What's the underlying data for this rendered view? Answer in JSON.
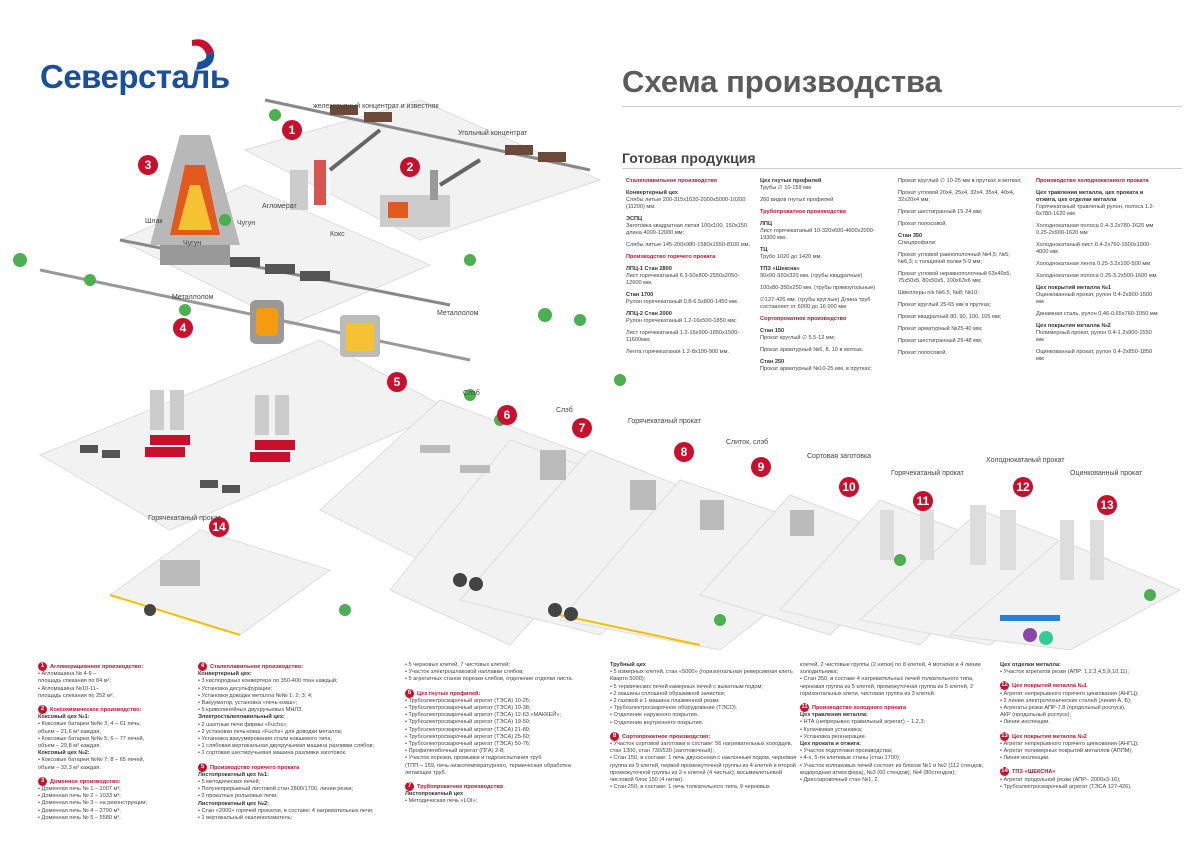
{
  "header": {
    "brand": "Северсталь",
    "title": "Схема производства",
    "products_title": "Готовая продукция"
  },
  "map": {
    "badges": [
      "1",
      "2",
      "3",
      "4",
      "5",
      "6",
      "7",
      "8",
      "9",
      "10",
      "11",
      "12",
      "13",
      "14"
    ],
    "labels": {
      "iron_ore": "железорудный концентрат и известняк",
      "coal": "Угольный концентрат",
      "agglomerate": "Агломерат",
      "coke": "Кокс",
      "slag": "Шлак",
      "pig_iron_1": "Чугун",
      "pig_iron_2": "Чугун",
      "scrap_1": "Металлолом",
      "scrap_2": "Металлолом",
      "slab_1": "Слэб",
      "slab_2": "Слэб",
      "hot_rolled_1": "Горячекатаный прокат",
      "billet": "Слиток, слэб",
      "section_billet": "Сортовая заготовка",
      "hot_rolled_2": "Горячекатаный прокат",
      "cold_rolled": "Холоднокатаный прокат",
      "galvanized": "Оцинкованный прокат",
      "hot_rolled_3": "Горячекатаный прокат"
    }
  },
  "catalog": {
    "c1": [
      {
        "h": "Сталеплавильное производство"
      },
      {
        "b": "Конвертерный цех",
        "t": "Слябы литые 200-315х1020-2000х5000-10200 (11200) мм."
      },
      {
        "b": "ЭСПЦ",
        "t": "Заготовка квадратная литая 100х100, 150х150 длина 4000-12000 мм;"
      },
      {
        "t": "Слябы литые 145-200х980-1580х1550-8100 мм."
      },
      {
        "h": "Производство горячего проката"
      },
      {
        "b": "ЛПЦ-1 Стан 2800",
        "t": "Лист горячекатаный 6.3-50х800-2550х2050-12600 мм."
      },
      {
        "b": "Стан 1700",
        "t": "Рулон горячекатаный 0.8-6.5х800-1450 мм."
      },
      {
        "b": "ЛПЦ-2 Стан 2000",
        "t": "Рулон горячекатаный 1.2-16х500-1850 мм;"
      },
      {
        "t": "Лист горячекатаный 1.2-16х900-1850х1500-11600мм;"
      },
      {
        "t": "Лента горячекатаная 1.2-8х100-900 мм."
      }
    ],
    "c2": [
      {
        "b": "Цех гнутых профилей",
        "t": "Трубы ∅ 10-159 мм"
      },
      {
        "t": "260 видов гнутых профилей"
      },
      {
        "h": "Трубопрокатное производство"
      },
      {
        "b": "ЛПЦ",
        "t": "Лист горячекатаный 10-320х600-4600х2000-19300 мм."
      },
      {
        "b": "ТЦ",
        "t": "Трубо 1020 до 1420 мм."
      },
      {
        "b": "ТПЗ «Шексна»",
        "t": "90х90-320х320 мм. (трубы квадратные)"
      },
      {
        "t": "100х80-350х250 мм. (трубы прямоугольные)"
      },
      {
        "t": "∅127-426 мм. (трубы круглые) Длина труб составляет от 6000 до 16 000 мм"
      },
      {
        "h": "Сортопрокатное производство"
      },
      {
        "b": "Стан 150",
        "t": "Прокат круглый ∅ 5.5-12 мм;"
      },
      {
        "t": "Прокат арматурный №6, 8, 10 в мотках."
      },
      {
        "b": "Стан 250",
        "t": "Прокат арматурный №10-25 мм. в прутках;"
      }
    ],
    "c3": [
      {
        "t": "Прокат круглый ∅ 10-25 мм в прутках и мотках;"
      },
      {
        "t": "Прокат угловой 20х4, 25х4, 32х4, 35х4, 40х4, 32х20х4 мм;"
      },
      {
        "t": "Прокат шестигранный 15-24 мм;"
      },
      {
        "t": "Прокат полосовой."
      },
      {
        "b": "Стан 350",
        "t": "Спецпрофили:"
      },
      {
        "t": "Прокат угловой равнополочный №4,5; №5; №6,3; с толщиной полки 5-9 мм;"
      },
      {
        "t": "Прокат угловой неравнополочный 63х40х5, 75х50х5, 80х50х5, 100х63х6 мм;"
      },
      {
        "t": "Швеллеры п/к №6.5; №8; №10;"
      },
      {
        "t": "Прокат круглый 25-65 мм в прутках;"
      },
      {
        "t": "Прокат квадратный 80, 90, 100, 105 мм;"
      },
      {
        "t": "Прокат арматурный №25-40 мм;"
      },
      {
        "t": "Прокат шестигранный 29-48 мм;"
      },
      {
        "t": "Прокат полосовой."
      }
    ],
    "c4": [
      {
        "h": "Производство холоднокатаного проката"
      },
      {
        "b": "Цех травления металла, цех проката и отжига, цех отделки металла",
        "t": "Горячекатаный травленый рулон, полоса 1.2-6х780-1620 мм"
      },
      {
        "t": "Холоднокатаная полоса 0.4-3.2х780-1620 мм 0.25-2х900-1620 мм"
      },
      {
        "t": "Холоднокатаный лист 0.4-2х760-1600х1000-4000 мм"
      },
      {
        "t": "Холоднокатаная лента 0.25-3.2х100-500 мм"
      },
      {
        "t": "Холоднокатаная полоса 0.25-3.2х500-1600 мм"
      },
      {
        "b": "Цех покрытий металла №1",
        "t": "Оцинкованный прокат, рулон 0.4-2х900-1500 мм"
      },
      {
        "t": "Динамная сталь, рулон 0.46-0.65х760-1050 мм"
      },
      {
        "b": "Цех покрытия металла №2",
        "t": "Полимерный прокат, рулон 0.4-1.2х900-1550 мм"
      },
      {
        "t": "Оцинкованный прокат, рулон 0.4-2х850-1850 мм"
      }
    ]
  },
  "legend": {
    "col1": [
      {
        "n": "1",
        "h": "Агломерационное производство:",
        "lines": [
          "• Агломашина № 4-9 –",
          "площадь спекания по 84 м²;",
          "• Агломашина №10-11–",
          "площадь спекания по 252 м²."
        ]
      },
      {
        "n": "2",
        "h": "Коксохимическое производство:",
        "sub": "Коксовый цех №1:",
        "lines": [
          "• Коксовые батареи №№ 3; 4 – 61 печь,",
          "объем – 21,6 м³ каждая;",
          "• Коксовые батареи №№ 5; 6 – 77 печей,",
          "объем – 29,8 м³ каждая."
        ],
        "sub2": "Коксовый цех №2:",
        "lines2": [
          "• Коксовые батареи №№ 7; 8 – 65 печей,",
          "объем – 32,3 м³ каждая."
        ]
      },
      {
        "n": "3",
        "h": "Доменное производство:",
        "lines": [
          "• Доменная печь № 1 – 1007 м³;",
          "• Доменная печь № 2 – 1033 м³;",
          "• Доменная печь № 3 – на реконструкции;",
          "• Доменная печь № 4 – 2700 м³;",
          "• Доменная печь № 5 – 5580 м³."
        ]
      }
    ],
    "col2": [
      {
        "n": "4",
        "h": "Сталеплавильное производство:",
        "sub": "Конвертерный цех:",
        "lines": [
          "• 3 кислородных конвертера по 350-400 тонн каждый;",
          "• Установка десульфурации;",
          "• Установки доводки металла №№ 1; 2; 3; 4;",
          "• Вакууматор, установка «печь-ковш»;",
          "• 5 криволинейных двухручьевых МНЛЗ."
        ],
        "sub2": "Электросталеплавильный цех:",
        "lines2": [
          "• 2 шахтные печи фирмы «Fuchs»;",
          "• 2 установки печь-ковш «Fuchs» для доводки металла;",
          "• Установка вакуумирования стали ковшевого типа;",
          "• 1 слябовая вертикальная двухручьевая машина разливки слябов;",
          "• 1 сортовая шестиручьевая машина разливки заготовок."
        ]
      },
      {
        "n": "5",
        "h": "Производство горячего проката",
        "sub": "Листопрокатный цех №1:",
        "lines": [
          "• 5 методических печей;",
          "• Полунепрерывный листовой стан 2800/1700, линии резки;",
          "• 2 прокатных рольковых печи."
        ],
        "sub2": "Листопрокатный цех №2:",
        "lines2": [
          "• Стан «2000» горячей прокатки, в составе: 4 нагревательных печи;",
          "• 1 вертикальный окалиноломатель;"
        ]
      }
    ],
    "col3": [
      {
        "lines": [
          "• 5 черновых клетей, 7 чистовых клетей;",
          "• Участок электрошлаковой наплавки слябов;",
          "• 5 агрегатных станов порезки слябов, отделение отделки листа."
        ]
      },
      {
        "n": "6",
        "h": "Цех гнутых профилей:",
        "lines": [
          "• Трубоэлектросварочный агрегат (ТЭСА) 10-25;",
          "• Трубоэлектросварочный агрегат (ТЭСА) 10-38;",
          "• Трубоэлектросварочный агрегат (ТЭСА) 12-63 «МАККЕЙ»;",
          "• Трубоэлектросварочный агрегат (ТЭСА) 19-50;",
          "• Трубоэлектросварочный агрегат (ТЭСА) 21-89;",
          "• Трубоэлектросварочный агрегат (ТЭСА) 25-60;",
          "• Трубоэлектросварочный агрегат (ТЭСА) 50-76;",
          "• Профилегибочный агрегат (ПГА) 2-8;",
          "• Участок порезки, промывки и гидроиспытания труб",
          "(ТПП – 159, печь низкотемпературного, термическая обработка летающих труб."
        ]
      },
      {
        "n": "7",
        "h": "Трубопрокатное производство",
        "sub": "Листопрокатный цех",
        "lines": [
          "• Методическая печь «LOI»;"
        ]
      }
    ],
    "col4": [
      {
        "lines": [
          "• 5 измерных клетей, стан «5000» (горизонтальная реверсивная клеть Кварто 5000);",
          "• 5 термических печей камерных печей с выкатным подом;",
          "• 2 машины сплошной образивной зачистки;",
          "• 2 газовой и 1 машина плазменной резки."
        ],
        "sub": "Трубный цех",
        "lines2": [
          "• Трубоэлектросварочное оборудование (ТЭСО).",
          "• Отделение наружного покрытия.",
          "• Отделение внутреннего покрытия."
        ]
      },
      {
        "n": "8",
        "h": "Сортопрокатное производство:",
        "lines": [
          "• Участок сортовой заготовки в составе: 56 нагревательных колодцев, стан 1300, стан 730/530 (заготовочный);",
          "• Стан 150, в составе: 1 печь двухзонная с наклонным подом, черновая группа из 9 клетей, первой промежуточной группы из 4 клетей и второй промежуточной группы из 2-х клетей (4 чистых), восьмиклетьевой чистовой блок 150 (4 нитки).",
          "• Стан 250, в составе: 1 печь толкательного типа, 9 черновых"
        ]
      }
    ],
    "col5": [
      {
        "lines": [
          "клетей, 2 чистовые группы (2 нитки) по 8 клетей, 4 моталки и 4 линии холодильника;",
          "• Стан 350, в составе 4 нагревательных печей толкательного типа, черновая группа из 5 клетей, промежуточная группа из 5 клетей, 2 горизонтальных клети, чистовая группа из 3 клетей."
        ]
      },
      {
        "n": "11",
        "h": "Производство холодного проката",
        "sub": "Цех травления металла:",
        "lines": [
          "• НТА (непрерывно травильный агрегат) – 1,2,3;",
          "• Кулачковая установка;",
          "• Установка регенерации."
        ],
        "sub2": "Цех проката и отжига:",
        "lines2": [
          "• Участок подготовки производства;",
          "• 4-х, 5-ти клетевые станы (стан 1700);",
          "• Участок колпаковых печей состоит из блоков №1 и №2 (112 стендов, водородная атмосфера), №3 (60 стендов), №4 (80стендов);",
          "• Дрессировочный стан №1, 2."
        ]
      }
    ],
    "col6": [
      {
        "sub": "Цех отделки металла:",
        "lines": [
          "• Участок агрегатов резки (АПР: 1,2,3,4,5,9,10,11);"
        ]
      },
      {
        "n": "12",
        "h": "Цех покрытий металла №1",
        "lines": [
          "• Агрегат непрерывного горячего цинкования (АНГЦ);",
          "• 2 линии электротехнических сталей (линия А, Б);",
          "• Агрегаты резки АПР-7,8 (продольный роспуск),",
          "АКР (продольный роспуск);",
          "• Линии инспекции."
        ]
      },
      {
        "n": "13",
        "h": "Цех покрытия металла №2",
        "lines": [
          "• Агрегат непрерывного горячего цинкования (АНГЦ);",
          "• Агрегат полимерных покрытий металлов (АППМ);",
          "• Линия инспекции."
        ]
      },
      {
        "n": "14",
        "h": "ТПЗ «ШЕКСНА»",
        "lines": [
          "• Агрегат продольной резки (АПР– 2000х3-16);",
          "• Трубоэлектросварочный агрегат (ТЭСА 127-426)."
        ]
      }
    ]
  }
}
